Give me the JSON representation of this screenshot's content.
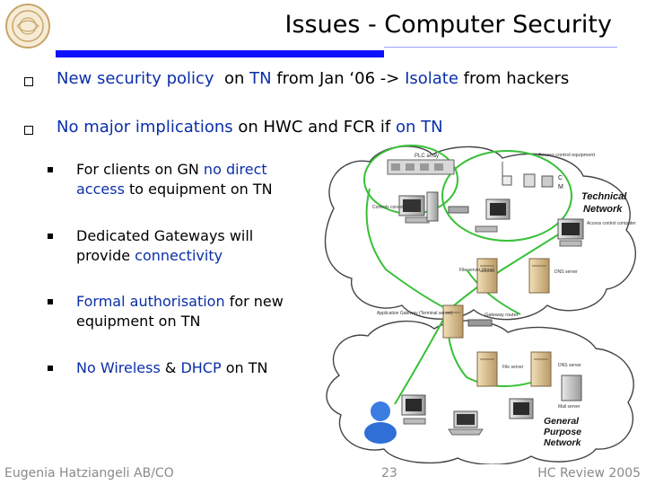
{
  "slide": {
    "title": "Issues - Computer Security"
  },
  "bullets": [
    {
      "parts": [
        {
          "text": "New security policy",
          "hl": true
        },
        {
          "text": "  on ",
          "hl": false
        },
        {
          "text": "TN",
          "hl": true
        },
        {
          "text": " from Jan ‘06 -> ",
          "hl": false
        },
        {
          "text": "Isolate",
          "hl": true
        },
        {
          "text": " from hackers",
          "hl": false
        }
      ]
    },
    {
      "parts": [
        {
          "text": "No major implications",
          "hl": true
        },
        {
          "text": " on HWC and FCR if ",
          "hl": false
        },
        {
          "text": "on TN",
          "hl": true
        }
      ]
    }
  ],
  "subbullets": [
    {
      "line1": [
        {
          "text": "For clients on GN ",
          "hl": false
        },
        {
          "text": "no direct",
          "hl": true
        }
      ],
      "line2": [
        {
          "text": "access",
          "hl": true
        },
        {
          "text": " to equipment on TN",
          "hl": false
        }
      ]
    },
    {
      "line1": [
        {
          "text": "Dedicated Gateways will",
          "hl": false
        }
      ],
      "line2": [
        {
          "text": "provide ",
          "hl": false
        },
        {
          "text": "connectivity",
          "hl": true
        }
      ]
    },
    {
      "line1": [
        {
          "text": "Formal authorisation",
          "hl": true
        },
        {
          "text": " for new",
          "hl": false
        }
      ],
      "line2": [
        {
          "text": "equipment on TN",
          "hl": false
        }
      ]
    },
    {
      "line1": [
        {
          "text": "No Wireless",
          "hl": true
        },
        {
          "text": " & ",
          "hl": false
        },
        {
          "text": "DHCP",
          "hl": true
        },
        {
          "text": " on TN",
          "hl": false
        }
      ],
      "line2": []
    }
  ],
  "diagram": {
    "labels": {
      "plc_array": "PLC array",
      "access_control_equipment": "Access control equipment",
      "c": "C",
      "m": "M",
      "technical_network_1": "Technical",
      "technical_network_2": "Network",
      "controls_console_pc": "Controls console PC",
      "access_control_computer": "Access control computer",
      "file_server_done": "File server (done)",
      "dns_server_top": "DNS server",
      "application_gateway": "Application Gateway (Terminal server)",
      "gateway_router": "Gateway router",
      "file_server": "File server",
      "dns_server": "DNS server",
      "mail_server": "Mail server",
      "general_1": "General",
      "general_2": "Purpose",
      "general_3": "Network"
    }
  },
  "footer": {
    "left": "Eugenia Hatziangeli AB/CO",
    "center": "23",
    "right": "HC Review 2005"
  },
  "colors": {
    "highlight": "#0b2fa8",
    "title_bar": "#0f0fff",
    "network_link": "#38c038"
  }
}
